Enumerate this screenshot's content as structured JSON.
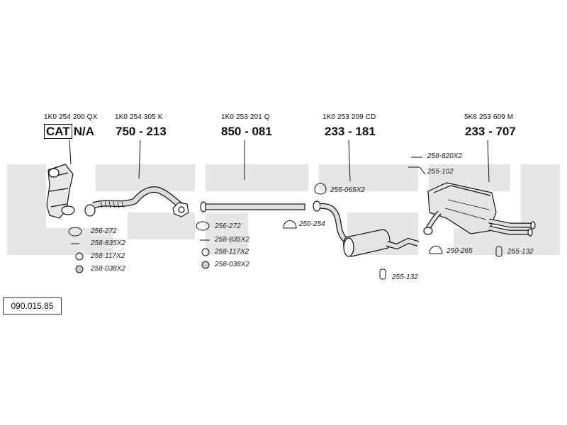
{
  "assemblies": [
    {
      "oem": "1K0 254 200 QX",
      "cat_label": "CAT",
      "number": "N/A"
    },
    {
      "oem": "1K0 254 305 K",
      "number": "750 - 213"
    },
    {
      "oem": "1K0 253 201 Q",
      "number": "850 - 081"
    },
    {
      "oem": "1K0 253 209 CD",
      "number": "233 - 181"
    },
    {
      "oem": "5K6 253 609 M",
      "number": "233 - 707"
    }
  ],
  "parts": {
    "p1": "256-272",
    "p2": "258-835X2",
    "p3": "258-117X2",
    "p4": "258-038X2",
    "p5": "256-272",
    "p6": "258-835X2",
    "p7": "258-117X2",
    "p8": "258-038X2",
    "p9": "250-254",
    "p10": "255-065X2",
    "p11": "255-132",
    "p12": "258-820X2",
    "p13": "255-102",
    "p14": "250-265",
    "p15": "255-132"
  },
  "reference": "090.015.85",
  "colors": {
    "line": "#111111",
    "watermark": "#e4e4e4",
    "pipe_fill": "#d6d6d6"
  }
}
